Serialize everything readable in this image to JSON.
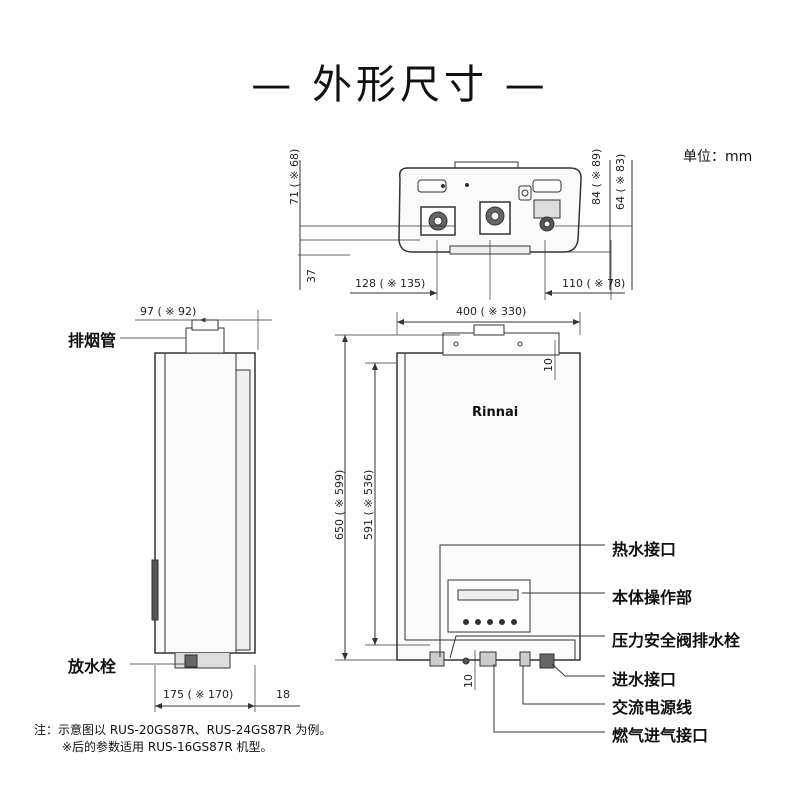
{
  "title": "— 外形尺寸 —",
  "unit_label": "单位：mm",
  "top_view": {
    "dim_left_height": "71 ( ※ 68)",
    "dim_left_low": "37",
    "dim_right_a": "84 ( ※ 89)",
    "dim_right_b": "64 ( ※ 83)",
    "dim_bottom_left": "128 ( ※ 135)",
    "dim_bottom_right": "110 ( ※ 78)"
  },
  "side_view": {
    "dim_top": "97 ( ※ 92)",
    "dim_bottom_width": "175 ( ※ 170)",
    "dim_bottom_right": "18",
    "label_flue": "排烟管",
    "label_drain": "放水栓"
  },
  "front_view": {
    "brand": "Rinnai",
    "dim_width": "400 ( ※ 330)",
    "dim_top_offset": "10",
    "dim_height_total": "650 ( ※ 599)",
    "dim_height_body": "591 ( ※ 536)",
    "dim_bottom_offset": "10",
    "callouts": [
      "热水接口",
      "本体操作部",
      "压力安全阀排水栓",
      "进水接口",
      "交流电源线",
      "燃气进气接口"
    ]
  },
  "notes": [
    "注：示意图以 RUS-20GS87R、RUS-24GS87R 为例。",
    "※后的参数适用 RUS-16GS87R 机型。"
  ]
}
